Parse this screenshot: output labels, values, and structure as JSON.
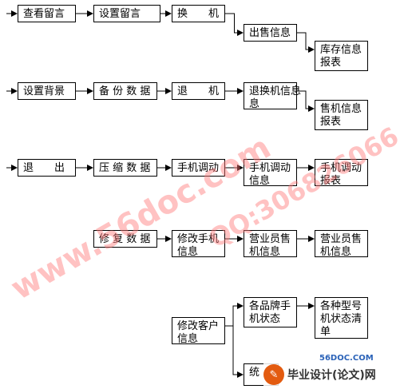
{
  "nodes": [
    {
      "id": "n1",
      "label": "查看留言"
    },
    {
      "id": "n2",
      "label": "设置留言"
    },
    {
      "id": "n3",
      "label": "换　　机"
    },
    {
      "id": "n4",
      "label": "出售信息"
    },
    {
      "id": "n5",
      "label": "库存信息\n报表"
    },
    {
      "id": "n6",
      "label": "设置背景"
    },
    {
      "id": "n7",
      "label": "备 份 数 据"
    },
    {
      "id": "n8",
      "label": "退　　机"
    },
    {
      "id": "n9",
      "label": "退换机信息\n息"
    },
    {
      "id": "n10",
      "label": "售机信息\n报表"
    },
    {
      "id": "n11",
      "label": "退　　出"
    },
    {
      "id": "n12",
      "label": "压 缩 数 据"
    },
    {
      "id": "n13",
      "label": "手机调动"
    },
    {
      "id": "n14",
      "label": "手机调动\n信息"
    },
    {
      "id": "n15",
      "label": "手机调动\n报表"
    },
    {
      "id": "n16",
      "label": "修 复 数 据"
    },
    {
      "id": "n17",
      "label": "修改手机\n信息"
    },
    {
      "id": "n18",
      "label": "营业员售\n机信息"
    },
    {
      "id": "n19",
      "label": "营业员售\n机信息"
    },
    {
      "id": "n20",
      "label": "各品牌手\n机状态"
    },
    {
      "id": "n21",
      "label": "各种型号\n机状态清\n单"
    },
    {
      "id": "n22",
      "label": "修改客户\n信息"
    },
    {
      "id": "n23",
      "label": "统"
    }
  ],
  "edges": [
    {
      "from": "",
      "to": "n1"
    },
    {
      "from": "n1",
      "to": "n2"
    },
    {
      "from": "n2",
      "to": "n3"
    },
    {
      "from": "n3",
      "to": "n4"
    },
    {
      "from": "n4",
      "to": "n5"
    },
    {
      "from": "",
      "to": "n6"
    },
    {
      "from": "n6",
      "to": "n7"
    },
    {
      "from": "n7",
      "to": "n8"
    },
    {
      "from": "n8",
      "to": "n9"
    },
    {
      "from": "n9",
      "to": "n10"
    },
    {
      "from": "",
      "to": "n11"
    },
    {
      "from": "n11",
      "to": "n12"
    },
    {
      "from": "n12",
      "to": "n13"
    },
    {
      "from": "n13",
      "to": "n14"
    },
    {
      "from": "n14",
      "to": "n15"
    },
    {
      "from": "n16",
      "to": "n17"
    },
    {
      "from": "n17",
      "to": "n18"
    },
    {
      "from": "n18",
      "to": "n19"
    },
    {
      "from": "n20",
      "to": "n21"
    },
    {
      "from": "n22",
      "to": "n20"
    },
    {
      "from": "n22",
      "to": "n23"
    }
  ],
  "watermarks": {
    "main": "www.56doc.com",
    "qq": "QQ:306826066"
  },
  "logo": {
    "site": "56DOC.COM",
    "text": "毕业设计(论文)网"
  },
  "colors": {
    "watermark": "#ff7878",
    "line": "#000000",
    "logo_mark": "#e35b10"
  }
}
